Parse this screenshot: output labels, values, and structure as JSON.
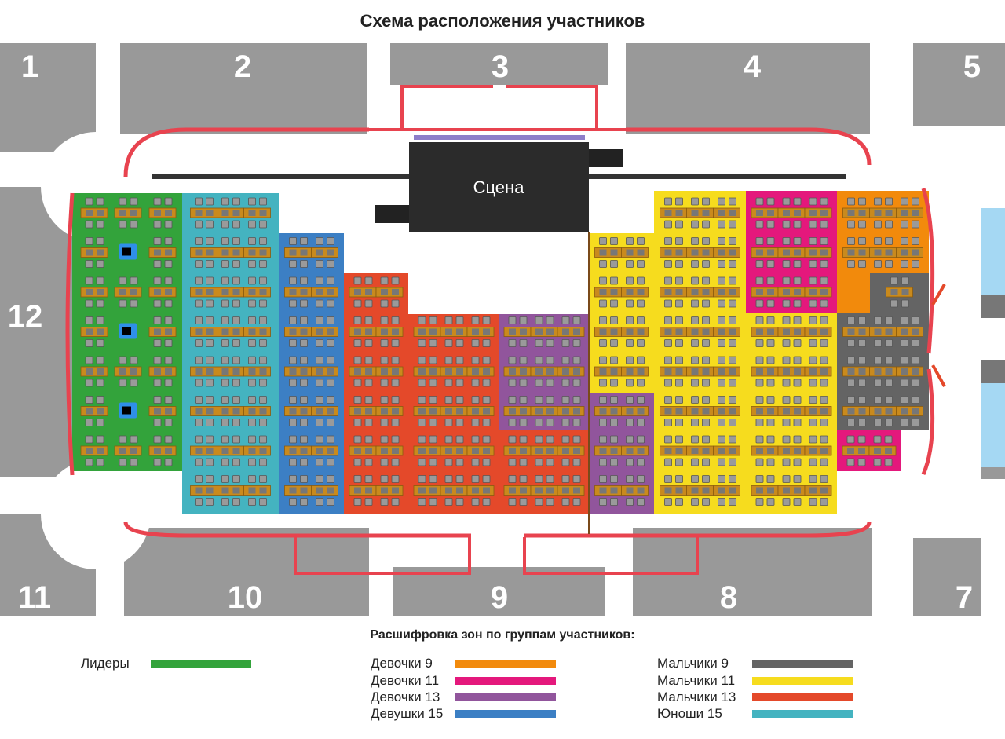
{
  "title": "Схема расположения участников",
  "stage_label": "Сцена",
  "sectors": [
    "1",
    "2",
    "3",
    "4",
    "5",
    "12",
    "11",
    "10",
    "9",
    "8",
    "7"
  ],
  "legend": {
    "title": "Расшифровка зон по группам участников:",
    "items": [
      {
        "label": "Лидеры",
        "color": "#33a33b"
      },
      {
        "label": "Девочки 9",
        "color": "#f28a0c"
      },
      {
        "label": "Девочки 11",
        "color": "#e4187c"
      },
      {
        "label": "Девочки 13",
        "color": "#91559c"
      },
      {
        "label": "Девушки 15",
        "color": "#3c7fc4"
      },
      {
        "label": "Мальчики 9",
        "color": "#646464"
      },
      {
        "label": "Мальчики 11",
        "color": "#f6dc1e"
      },
      {
        "label": "Мальчики 13",
        "color": "#e4492a"
      },
      {
        "label": "Юноши 15",
        "color": "#44b3c0"
      }
    ]
  }
}
